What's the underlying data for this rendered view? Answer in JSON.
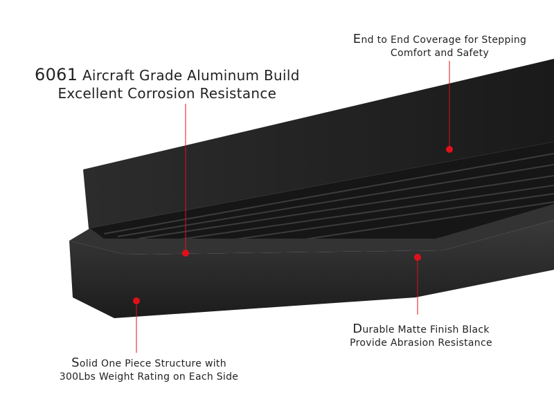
{
  "callouts": [
    {
      "lead": "6061",
      "line1": " Aircraft Grade Aluminum Build",
      "line2": "Excellent Corrosion Resistance"
    },
    {
      "lead": "E",
      "line1": "nd to End Coverage for Stepping",
      "line2": "Comfort and Safety"
    },
    {
      "lead": "D",
      "line1": "urable Matte Finish Black",
      "line2": "Provide Abrasion Resistance"
    },
    {
      "lead": "S",
      "line1": "olid One Piece Structure with",
      "line2": "300Lbs Weight Rating on Each Side"
    }
  ],
  "colors": {
    "accent": "#e0101a",
    "product": "#2a2a2a"
  }
}
